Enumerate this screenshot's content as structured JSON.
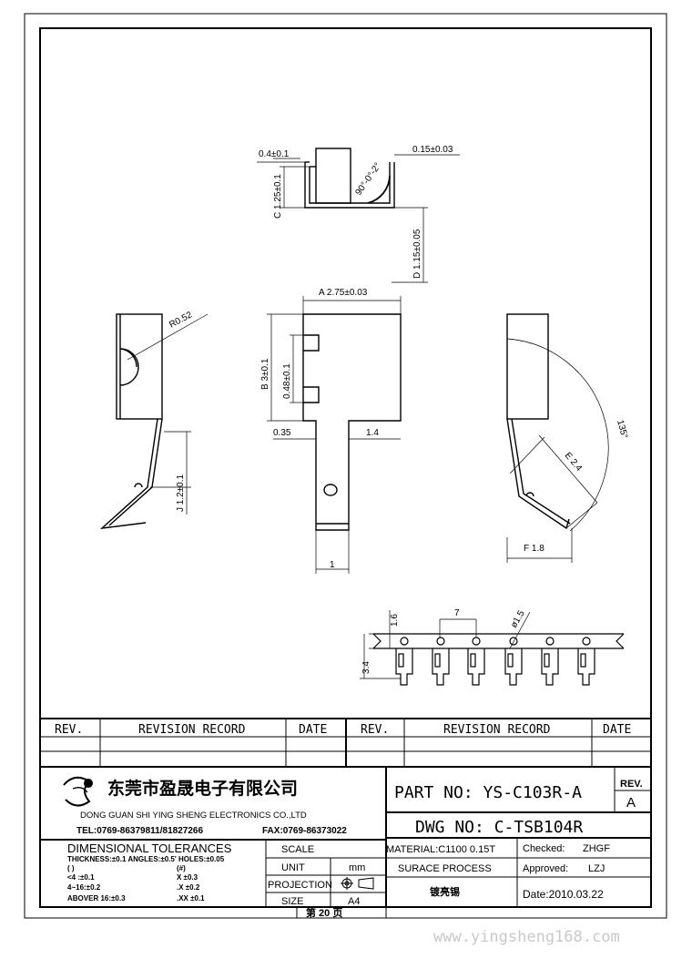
{
  "dims": {
    "top_left": "0.4±0.1",
    "top_right": "0.15±0.03",
    "top_c": "C 1.25±0.1",
    "top_angle": "90°-0°-2°",
    "top_d": "D 1.15±0.05",
    "front_a": "A 2.75±0.03",
    "front_b": "B 3±0.1",
    "front_048": "0.48±0.1",
    "front_035": "0.35",
    "front_14": "1.4",
    "front_1": "1",
    "left_r": "R0.52",
    "left_j": "J 1.2±0.1",
    "right_135": "135°",
    "right_e": "E 2.4",
    "right_f": "F 1.8",
    "strip_16": "1.6",
    "strip_7": "7",
    "strip_phi": "ø1.5",
    "strip_34": "3.4"
  },
  "revision_table": {
    "rev": "REV.",
    "record": "REVISION RECORD",
    "date": "DATE"
  },
  "title_block": {
    "company_cn": "东莞市盈晟电子有限公司",
    "company_en": "DONG GUAN SHI YING SHENG ELECTRONICS CO.,LTD",
    "tel": "TEL:0769-86379811/81827266",
    "fax": "FAX:0769-86373022",
    "part_no": "PART NO: YS-C103R-A",
    "rev_label": "REV.",
    "rev_value": "A",
    "dwg_no": "DWG NO: C-TSB104R",
    "tol_title": "DIMENSIONAL TOLERANCES",
    "tol_line": "THICKNESS:±0.1  ANGLES:±0.5'  HOLES:±0.05",
    "tol_r1a": "( )",
    "tol_r1b": "(#)",
    "tol_r2a": "<4  :±0.1",
    "tol_r2b": "X  ±0.3",
    "tol_r3a": "4~16:±0.2",
    "tol_r3b": ".X  ±0.2",
    "tol_r4a": "ABOVER 16:±0.3",
    "tol_r4b": ".XX  ±0.1",
    "scale": "SCALE",
    "unit": "UNIT",
    "unit_val": "mm",
    "projection": "PROJECTION",
    "size": "SIZE",
    "size_val": "A4",
    "page": "第  20  页",
    "material": "MATERIAL:C1100  0.15T",
    "surface": "SURACE PROCESS",
    "plating": "镀亮锡",
    "checked": "Checked:",
    "checked_val": "ZHGF",
    "approved": "Approved:",
    "approved_val": "LZJ",
    "date": "Date:2010.03.22"
  },
  "watermark": "www.yingsheng168.com"
}
